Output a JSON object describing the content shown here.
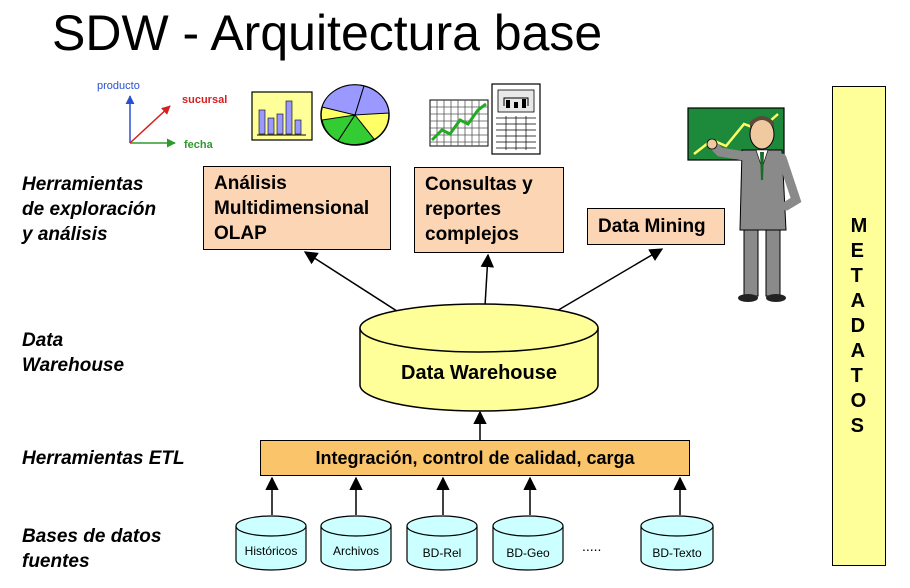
{
  "title": "SDW - Arquitectura base",
  "layers": {
    "exploration": "Herramientas\nde exploración\ny análisis",
    "warehouse": "Data\nWarehouse",
    "etl": "Herramientas ETL",
    "sources": "Bases de datos\nfuentes"
  },
  "tools": {
    "olap": "Análisis\nMultidimensional\nOLAP",
    "queries": "Consultas y\nreportes\ncomplejos",
    "mining": "Data Mining"
  },
  "warehouse_label": "Data Warehouse",
  "etl_label": "Integración, control de calidad, carga",
  "sources": [
    "Históricos",
    "Archivos",
    "BD-Rel",
    "BD-Geo",
    "BD-Texto"
  ],
  "ellipsis": ".....",
  "metadata_label": "METADATOS",
  "axes": {
    "y": "producto",
    "diag": "sucursal",
    "x": "fecha"
  },
  "colors": {
    "box": "#fcd5b4",
    "etl": "#f9c46a",
    "cylinder": "#ffff99",
    "source_cylinder": "#ccffff",
    "metadata": "#ffff99"
  },
  "icons": [
    "axes-cube-icon",
    "bar-chart-icon",
    "pie-chart-icon",
    "line-chart-icon",
    "report-icon",
    "presenter-icon"
  ]
}
